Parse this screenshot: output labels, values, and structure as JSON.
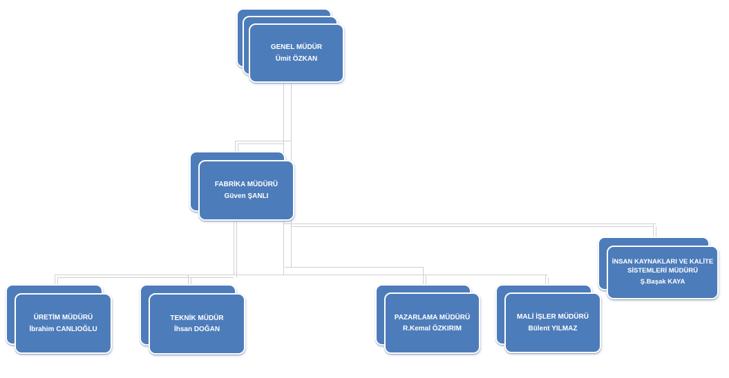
{
  "diagram": {
    "type": "org-chart",
    "background_color": "#ffffff",
    "node_fill_color": "#4d7cba",
    "node_border_color": "#ffffff",
    "node_text_color": "#ffffff",
    "connector_color": "#cfcfcf",
    "nodes": {
      "genel": {
        "title": "GENEL MÜDÜR",
        "name": "Ümit ÖZKAN"
      },
      "fabrika": {
        "title": "FABRİKA MÜDÜRÜ",
        "name": "Güven ŞANLI"
      },
      "uretim": {
        "title": "ÜRETİM MÜDÜRÜ",
        "name": "İbrahim CANLIOĞLU"
      },
      "teknik": {
        "title": "TEKNİK MÜDÜR",
        "name": "İhsan DOĞAN"
      },
      "pazarlama": {
        "title": "PAZARLAMA MÜDÜRÜ",
        "name": "R.Kemal ÖZKIRIM"
      },
      "mali": {
        "title": "MALİ İŞLER MÜDÜRÜ",
        "name": "Bülent YILMAZ"
      },
      "insan": {
        "title_line1": "İNSAN KAYNAKLARI VE KALİTE",
        "title_line2": "SİSTEMLERİ MÜDÜRÜ",
        "name": "Ş.Başak KAYA"
      }
    },
    "edges": [
      {
        "from": "genel",
        "to": "fabrika"
      },
      {
        "from": "fabrika",
        "to": "uretim"
      },
      {
        "from": "fabrika",
        "to": "teknik"
      },
      {
        "from": "fabrika",
        "to": "pazarlama"
      },
      {
        "from": "fabrika",
        "to": "mali"
      },
      {
        "from": "fabrika",
        "to": "insan"
      }
    ]
  }
}
